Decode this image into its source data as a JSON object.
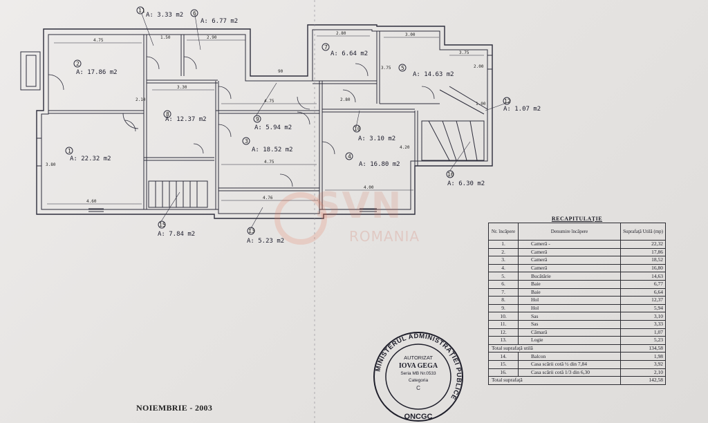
{
  "rooms": [
    {
      "id": "1",
      "area": "A: 22.32 m2"
    },
    {
      "id": "2",
      "area": "A: 17.86 m2"
    },
    {
      "id": "3",
      "area": "A: 18.52 m2"
    },
    {
      "id": "4",
      "area": "A: 16.80 m2"
    },
    {
      "id": "5",
      "area": "A: 14.63 m2"
    },
    {
      "id": "6",
      "area": "A: 6.77 m2"
    },
    {
      "id": "7",
      "area": "A: 6.64 m2"
    },
    {
      "id": "8",
      "area": "A: 12.37 m2"
    },
    {
      "id": "9",
      "area": "A: 5.94 m2"
    },
    {
      "id": "10",
      "area": "A: 3.10 m2"
    },
    {
      "id": "11",
      "area": "A: 3.33 m2"
    },
    {
      "id": "12",
      "area": "A: 1.07 m2"
    },
    {
      "id": "13",
      "area": "A: 5.23 m2"
    },
    {
      "id": "15",
      "area": "A: 7.84 m2"
    },
    {
      "id": "16",
      "area": "A: 6.30 m2"
    }
  ],
  "dimensions": {
    "d1": "4.75",
    "d2": "1.50",
    "d3": "2.90",
    "d4": "2.80",
    "d5": "3.00",
    "d6": "3.75",
    "d7": "3.30",
    "d8": "4.75",
    "d9": "4.75",
    "d10": "4.00",
    "d11": "4.60",
    "d12": "4.76",
    "d13": "3.80",
    "d14": "3.75",
    "d15": "4.20",
    "d16": "2.80",
    "d17": "2.10",
    "d18": "1.00",
    "d19": "2.00",
    "d20": "90"
  },
  "watermark": {
    "brand": "SVN",
    "sub": "ROMANIA"
  },
  "recap": {
    "title": "RECAPITULAȚIE",
    "headers": [
      "Nr. încăpere",
      "Denumire încăpere",
      "Suprafaţă Utilă (mp)"
    ],
    "rows": [
      {
        "nr": "1.",
        "name": "Cameră   -",
        "area": "22,32"
      },
      {
        "nr": "2.",
        "name": "Cameră",
        "area": "17,86"
      },
      {
        "nr": "3.",
        "name": "Cameră",
        "area": "18,52"
      },
      {
        "nr": "4.",
        "name": "Cameră",
        "area": "16,80"
      },
      {
        "nr": "5.",
        "name": "Bucătărie",
        "area": "14,63"
      },
      {
        "nr": "6.",
        "name": "Baie",
        "area": "6,77"
      },
      {
        "nr": "7.",
        "name": "Baie",
        "area": "6,64"
      },
      {
        "nr": "8.",
        "name": "Hol",
        "area": "12,37"
      },
      {
        "nr": "9.",
        "name": "Hol",
        "area": "5,94"
      },
      {
        "nr": "10.",
        "name": "Sas",
        "area": "3,10"
      },
      {
        "nr": "11.",
        "name": "Sas",
        "area": "3,33"
      },
      {
        "nr": "12.",
        "name": "Cămară",
        "area": "1,07"
      },
      {
        "nr": "13.",
        "name": "Logie",
        "area": "5,23"
      }
    ],
    "total_util_label": "Total suprafaţă utilă",
    "total_util": "134,58",
    "rows2": [
      {
        "nr": "14.",
        "name": "Balcon",
        "area": "1,98"
      },
      {
        "nr": "15.",
        "name": "Casa scării cotă ½ din 7,84",
        "area": "3,92"
      },
      {
        "nr": "16.",
        "name": "Casa scării cotă 1/3 din 6,30",
        "area": "2,10"
      }
    ],
    "total_label": "Total suprafaţă",
    "total": "142,58"
  },
  "stamp": {
    "ring_text": "MINISTERUL ADMINISTRAȚIEI PUBLICE",
    "bottom_text": "ONCGC",
    "line1": "AUTORIZAT",
    "line2": "IOVA GEGA",
    "line3": "Seria MB Nr.0533",
    "line4": "Categoria",
    "line5": "C"
  },
  "date": "NOIEMBRIE - 2003"
}
